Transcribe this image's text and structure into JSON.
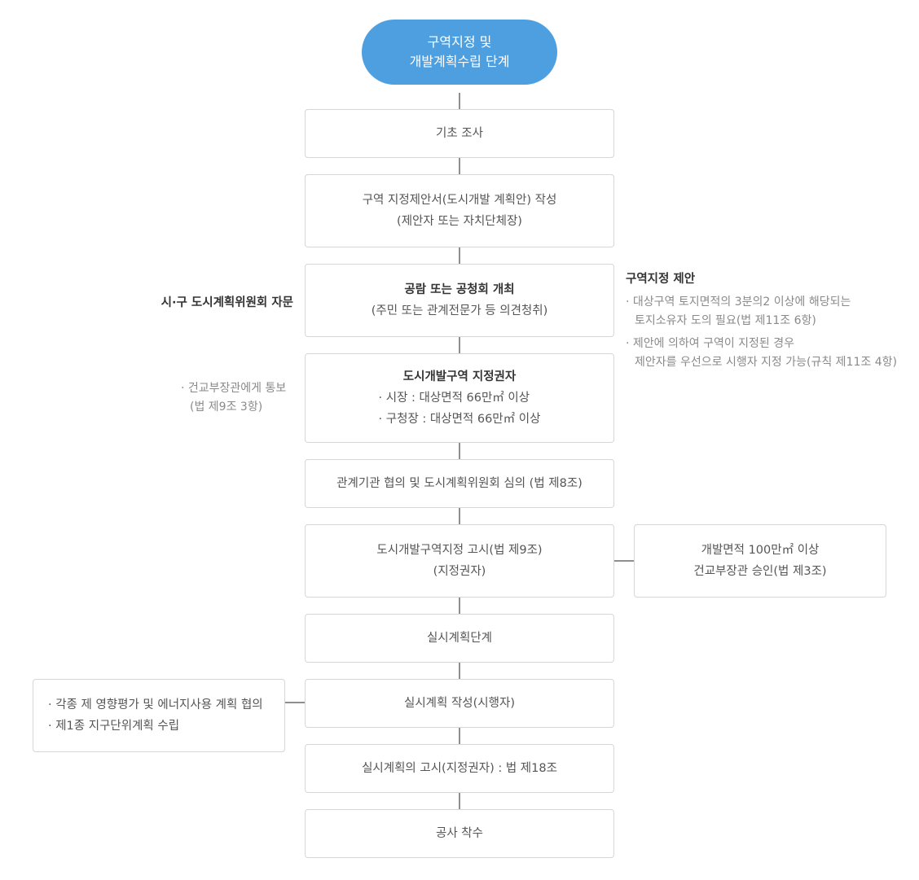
{
  "header": {
    "line1": "구역지정 및",
    "line2": "개발계획수립 단계"
  },
  "steps": {
    "basic_survey": "기초 조사",
    "proposal_line1": "구역 지정제안서(도시개발 계획안) 작성",
    "proposal_line2": "(제안자 또는 자치단체장)",
    "hearing_title": "공람 또는 공청회 개최",
    "hearing_sub": "(주민 또는 관계전문가 등 의견청취)",
    "authority_title": "도시개발구역 지정권자",
    "authority_item1": "· 시장 : 대상면적 66만㎡ 이상",
    "authority_item2": "· 구청장 : 대상면적 66만㎡ 이상",
    "consultation": "관계기관 협의 및 도시계획위원회 심의 (법 제8조)",
    "notice_line1": "도시개발구역지정 고시(법 제9조)",
    "notice_line2": "(지정권자)",
    "impl_stage": "실시계획단계",
    "impl_plan": "실시계획 작성(시행자)",
    "impl_notice": "실시계획의 고시(지정권자) : 법 제18조",
    "construction": "공사 착수"
  },
  "side_left": {
    "committee": "시·구 도시계획위원회 자문",
    "notify_line1": "· 건교부장관에게 통보",
    "notify_line2": "(법 제9조 3항)",
    "assessment_item1": "· 각종 제 영향평가 및 에너지사용 계획 협의",
    "assessment_item2": "· 제1종 지구단위계획 수립"
  },
  "side_right": {
    "proposal_title": "구역지정 제안",
    "proposal_note1_line1": "· 대상구역 토지면적의 3분의2 이상에 해당되는",
    "proposal_note1_line2": "토지소유자 도의 필요(법 제11조 6항)",
    "proposal_note2_line1": "· 제안에 의하여 구역이 지정된 경우",
    "proposal_note2_line2": "제안자를 우선으로 시행자 지정 가능(규칙 제11조 4항)",
    "approval_line1": "개발면적 100만㎡ 이상",
    "approval_line2": "건교부장관 승인(법 제3조)"
  },
  "colors": {
    "header_fill": "#4d9fe0",
    "box_border": "#d6d6d6",
    "connector": "#8f8f8f",
    "note_text": "#8a8a8a"
  }
}
